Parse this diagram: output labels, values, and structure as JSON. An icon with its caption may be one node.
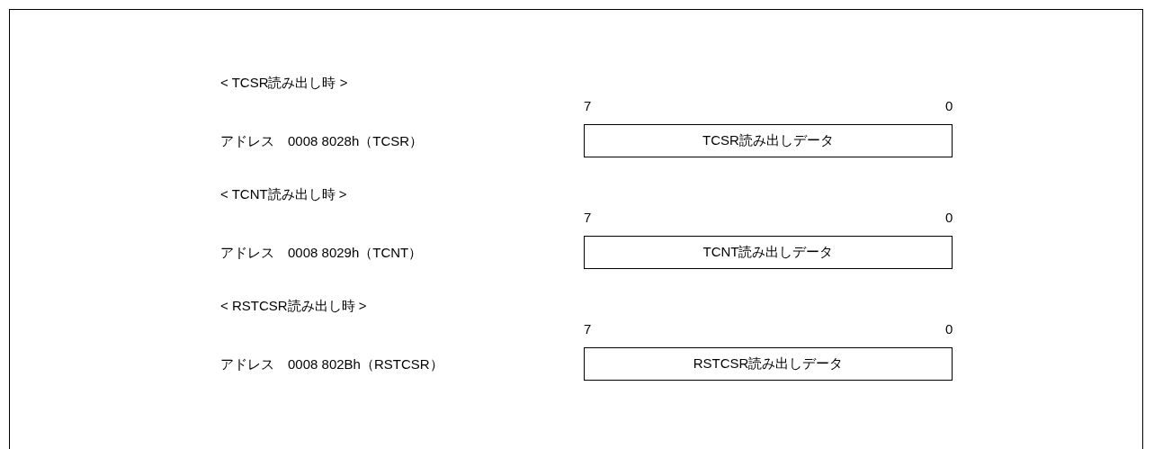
{
  "diagram": {
    "nodes": [
      {
        "text": [
          "TCSR読み出しデータ"
        ]
      },
      {
        "text": [
          "TCNT読み出しデータ"
        ]
      },
      {
        "text": [
          "RSTCSR読み出しデータ"
        ]
      }
    ],
    "labels": [
      "< TCSR読み出し時 >",
      "7",
      "0",
      "アドレス　0008 8028h（TCSR）",
      "< TCNT読み出し時 >",
      "7",
      "0",
      "アドレス　0008 8029h（TCNT）",
      "< RSTCSR読み出し時 >",
      "7",
      "0",
      "アドレス　0008 802Bh（RSTCSR）"
    ]
  }
}
